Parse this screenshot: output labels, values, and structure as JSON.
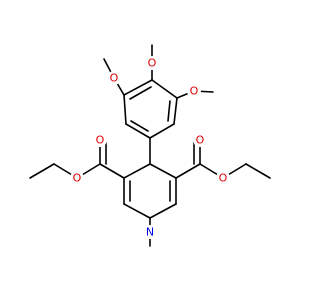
{
  "molecule": {
    "colors": {
      "bond": "#000000",
      "oxygen": "#e00000",
      "nitrogen": "#0000e0",
      "background": "#ffffff"
    },
    "atoms": {
      "o_methoxy_left": "O",
      "o_methoxy_top": "O",
      "o_methoxy_right": "O",
      "o_carbonyl_left": "O",
      "o_ester_left": "O",
      "o_carbonyl_right": "O",
      "o_ester_right": "O",
      "n_ring": "N"
    }
  }
}
